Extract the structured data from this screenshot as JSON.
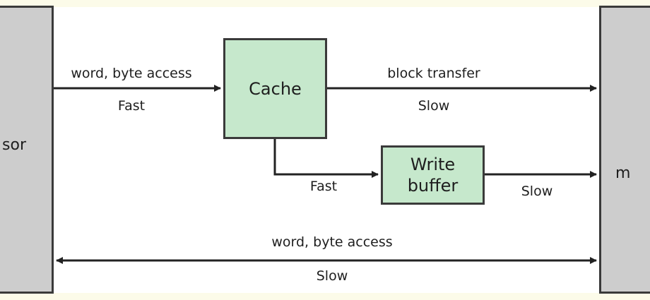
{
  "processor": {
    "label": "sor"
  },
  "memory": {
    "label": "m"
  },
  "cache": {
    "label": "Cache"
  },
  "write_buffer": {
    "line1": "Write",
    "line2": "buffer"
  },
  "edges": {
    "processor_to_cache": {
      "top": "word, byte access",
      "bottom": "Fast"
    },
    "cache_to_memory": {
      "top": "block transfer",
      "bottom": "Slow"
    },
    "cache_to_write_buffer": {
      "label": "Fast"
    },
    "write_buffer_to_memory": {
      "label": "Slow"
    },
    "processor_memory": {
      "top": "word, byte access",
      "bottom": "Slow"
    }
  },
  "colors": {
    "side_fill": "#cdcdcd",
    "block_fill": "#c6e8cc",
    "stroke": "#222222",
    "background": "#fcfbe9"
  }
}
